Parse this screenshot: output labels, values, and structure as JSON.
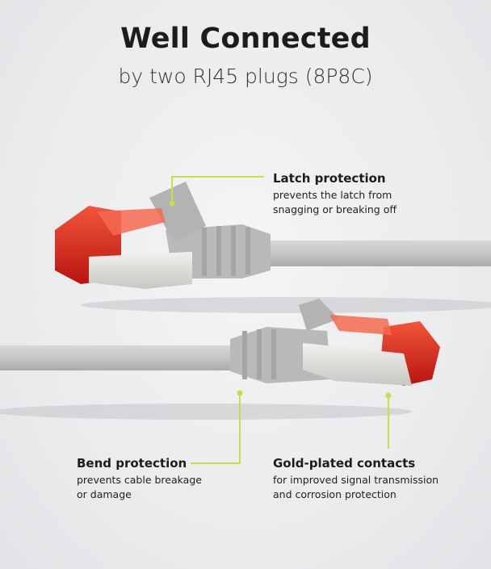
{
  "header": {
    "title": "Well Connected",
    "subtitle": "by two RJ45 plugs (8P8C)"
  },
  "callouts": {
    "latch": {
      "title": "Latch protection",
      "line1": "prevents the latch from",
      "line2": "snagging or breaking off"
    },
    "bend": {
      "title": "Bend protection",
      "line1": "prevents cable breakage",
      "line2": "or damage"
    },
    "gold": {
      "title": "Gold-plated contacts",
      "line1": "for improved signal transmission",
      "line2": "and corrosion protection"
    }
  },
  "colors": {
    "accent_line": "#c9de46",
    "cable_gray": "#c9c9c9",
    "plug_red": "#e0231c"
  }
}
